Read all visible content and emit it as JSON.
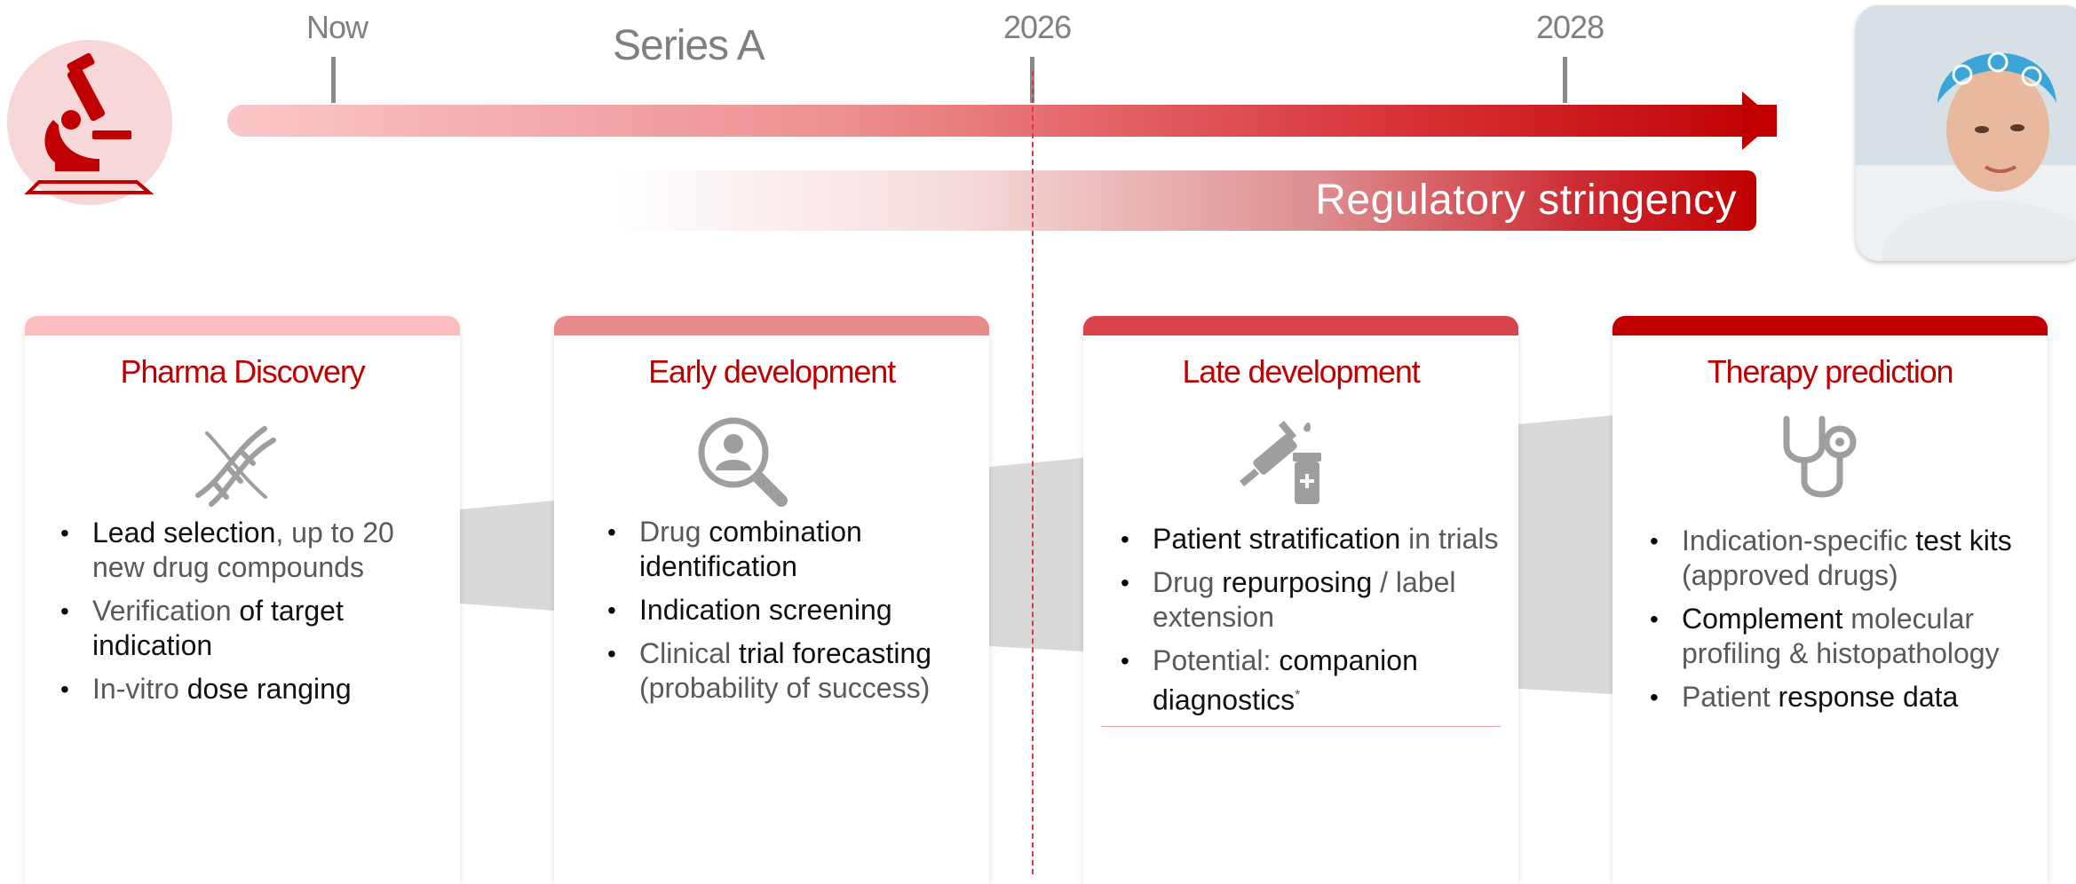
{
  "timeline": {
    "ticks": [
      {
        "label": "Now"
      },
      {
        "label": "2026"
      },
      {
        "label": "2028"
      }
    ],
    "series_label": "Series A",
    "band_label": "Regulatory stringency",
    "accent_color": "#c00000"
  },
  "icons": {
    "left_badge": "microscope-icon",
    "right_image": "patient-photo"
  },
  "cards": [
    {
      "title": "Pharma Discovery",
      "icon": "dna-icon",
      "bar_color": "#fbbdbe",
      "bullets": [
        [
          {
            "t": "Lead selection",
            "b": true
          },
          {
            "t": ", up to 20 new drug compounds",
            "b": false
          }
        ],
        [
          {
            "t": "Verification ",
            "b": false
          },
          {
            "t": "of target indication",
            "b": true
          }
        ],
        [
          {
            "t": "In-vitro ",
            "b": false
          },
          {
            "t": "dose ranging",
            "b": true
          }
        ]
      ]
    },
    {
      "title": "Early development",
      "icon": "magnifier-person-icon",
      "bar_color": "#ea8a8c",
      "bullets": [
        [
          {
            "t": "Drug ",
            "b": false
          },
          {
            "t": "combination identification",
            "b": true
          }
        ],
        [
          {
            "t": "Indication screening",
            "b": true
          }
        ],
        [
          {
            "t": "Clinical ",
            "b": false
          },
          {
            "t": "trial forecasting",
            "b": true
          },
          {
            "t": " (probability of success)",
            "b": false
          }
        ]
      ]
    },
    {
      "title": "Late development",
      "icon": "syringe-vial-icon",
      "bar_color": "#d9434a",
      "bullets": [
        [
          {
            "t": "Patient stratification",
            "b": true
          },
          {
            "t": " in trials",
            "b": false
          }
        ],
        [
          {
            "t": "Drug ",
            "b": false
          },
          {
            "t": "repurposing",
            "b": true
          },
          {
            "t": " / label extension",
            "b": false
          }
        ],
        [
          {
            "t": "Potential: ",
            "b": false
          },
          {
            "t": "companion diagnostics",
            "b": true
          },
          {
            "t": "*",
            "b": false,
            "sup": true
          }
        ]
      ]
    },
    {
      "title": "Therapy prediction",
      "icon": "stethoscope-icon",
      "bar_color": "#c00000",
      "bullets": [
        [
          {
            "t": "Indication-specific ",
            "b": false
          },
          {
            "t": "test kits",
            "b": true
          },
          {
            "t": " (approved drugs)",
            "b": false
          }
        ],
        [
          {
            "t": "Complement",
            "b": true
          },
          {
            "t": " molecular profiling & histopathology",
            "b": false
          }
        ],
        [
          {
            "t": "Patient ",
            "b": false
          },
          {
            "t": "response data",
            "b": true
          }
        ]
      ]
    }
  ]
}
